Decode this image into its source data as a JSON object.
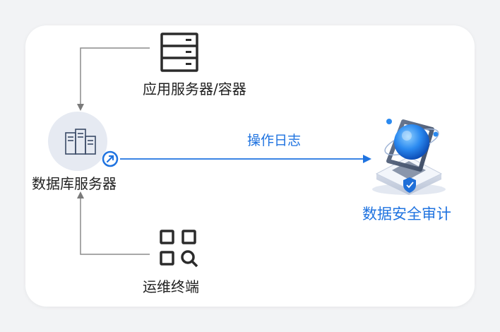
{
  "nodes": {
    "app_server": {
      "label": "应用服务器/容器",
      "icon": "server-rack-icon"
    },
    "db_server": {
      "label": "数据库服务器",
      "icon": "database-servers-icon"
    },
    "ops_terminal": {
      "label": "运维终端",
      "icon": "grid-search-icon"
    },
    "audit": {
      "label": "数据安全审计",
      "icon": "shield-sphere-icon"
    }
  },
  "edges": {
    "log": {
      "label": "操作日志",
      "from": "db_server",
      "to": "audit"
    },
    "app_to_db": {
      "from": "app_server",
      "to": "db_server"
    },
    "ops_to_db": {
      "from": "ops_terminal",
      "to": "db_server"
    }
  },
  "colors": {
    "accent": "#1f73e0",
    "connector": "#8c8c8c",
    "text": "#1f1f1f",
    "background": "#f2f3f5",
    "card": "#ffffff"
  }
}
